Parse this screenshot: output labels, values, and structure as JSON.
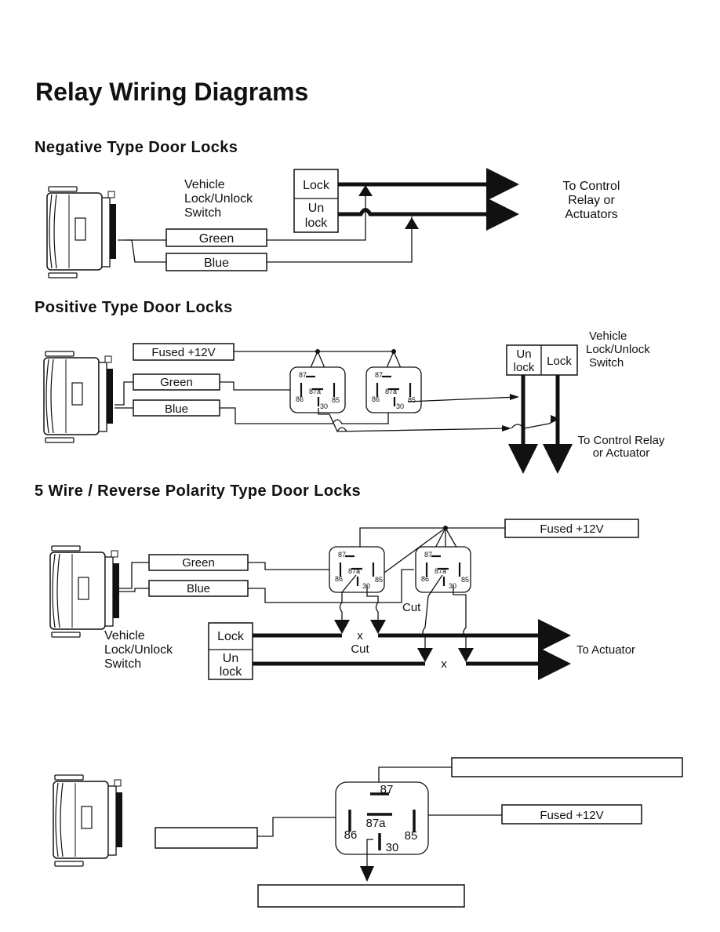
{
  "title": "Relay Wiring Diagrams",
  "sections": {
    "negative": {
      "heading": "Negative Type Door Locks",
      "switch_label": [
        "Vehicle",
        "Lock/Unlock",
        "Switch"
      ],
      "switch_box": {
        "lock": "Lock",
        "unlock": [
          "Un",
          "lock"
        ]
      },
      "wires": {
        "green": "Green",
        "blue": "Blue"
      },
      "destination": [
        "To Control",
        "Relay or",
        "Actuators"
      ]
    },
    "positive": {
      "heading": "Positive Type Door Locks",
      "power": "Fused +12V",
      "wires": {
        "green": "Green",
        "blue": "Blue"
      },
      "switch_label": [
        "Vehicle",
        "Lock/Unlock",
        "Switch"
      ],
      "switch_box": {
        "unlock": [
          "Un",
          "lock"
        ],
        "lock": "Lock"
      },
      "destination": [
        "To Control Relay",
        "or Actuator"
      ]
    },
    "five_wire": {
      "heading": "5 Wire / Reverse Polarity Type Door Locks",
      "power": "Fused +12V",
      "wires": {
        "green": "Green",
        "blue": "Blue"
      },
      "switch_label": [
        "Vehicle",
        "Lock/Unlock",
        "Switch"
      ],
      "switch_box": {
        "lock": "Lock",
        "unlock": [
          "Un",
          "lock"
        ]
      },
      "cut": "Cut",
      "x": "x",
      "destination": "To Actuator"
    },
    "blank_relay": {
      "power": "Fused +12V"
    }
  },
  "relay_pins": {
    "p87": "87",
    "p87a": "87a",
    "p86": "86",
    "p85": "85",
    "p30": "30"
  }
}
